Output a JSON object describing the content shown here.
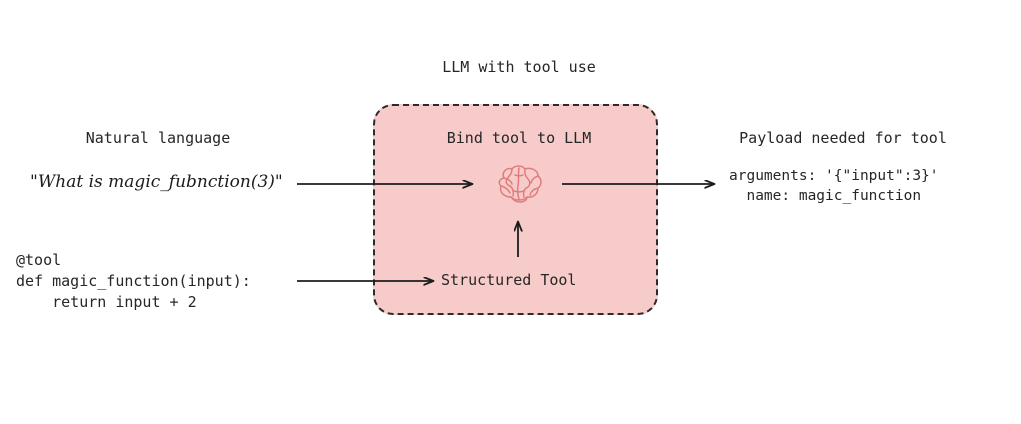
{
  "diagram": {
    "title": "LLM with tool use",
    "panel": {
      "label": "Bind tool to LLM",
      "fill_color": "#f8cbcb",
      "border_color": "#2b2b2b",
      "border_style": "dashed",
      "structured_tool_label": "Structured Tool",
      "brain_icon": "brain-icon",
      "brain_color": "#e08080"
    },
    "left": {
      "natural_language_heading": "Natural language",
      "natural_language_example": "\"What is magic_fubnction(3)\"",
      "code": {
        "line1": "@tool",
        "line2": "def magic_function(input):",
        "line3": "    return input + 2"
      }
    },
    "right": {
      "payload_heading": "Payload needed for tool",
      "payload_line1": "arguments: '{\"input\":3}'",
      "payload_line2": "  name: magic_function"
    },
    "arrows": [
      {
        "name": "nl-to-llm",
        "from": "natural language",
        "to": "brain"
      },
      {
        "name": "tool-to-box",
        "from": "tool definition",
        "to": "structured tool"
      },
      {
        "name": "tool-to-llm",
        "from": "structured tool",
        "to": "brain"
      },
      {
        "name": "llm-to-payload",
        "from": "brain",
        "to": "payload"
      }
    ]
  }
}
